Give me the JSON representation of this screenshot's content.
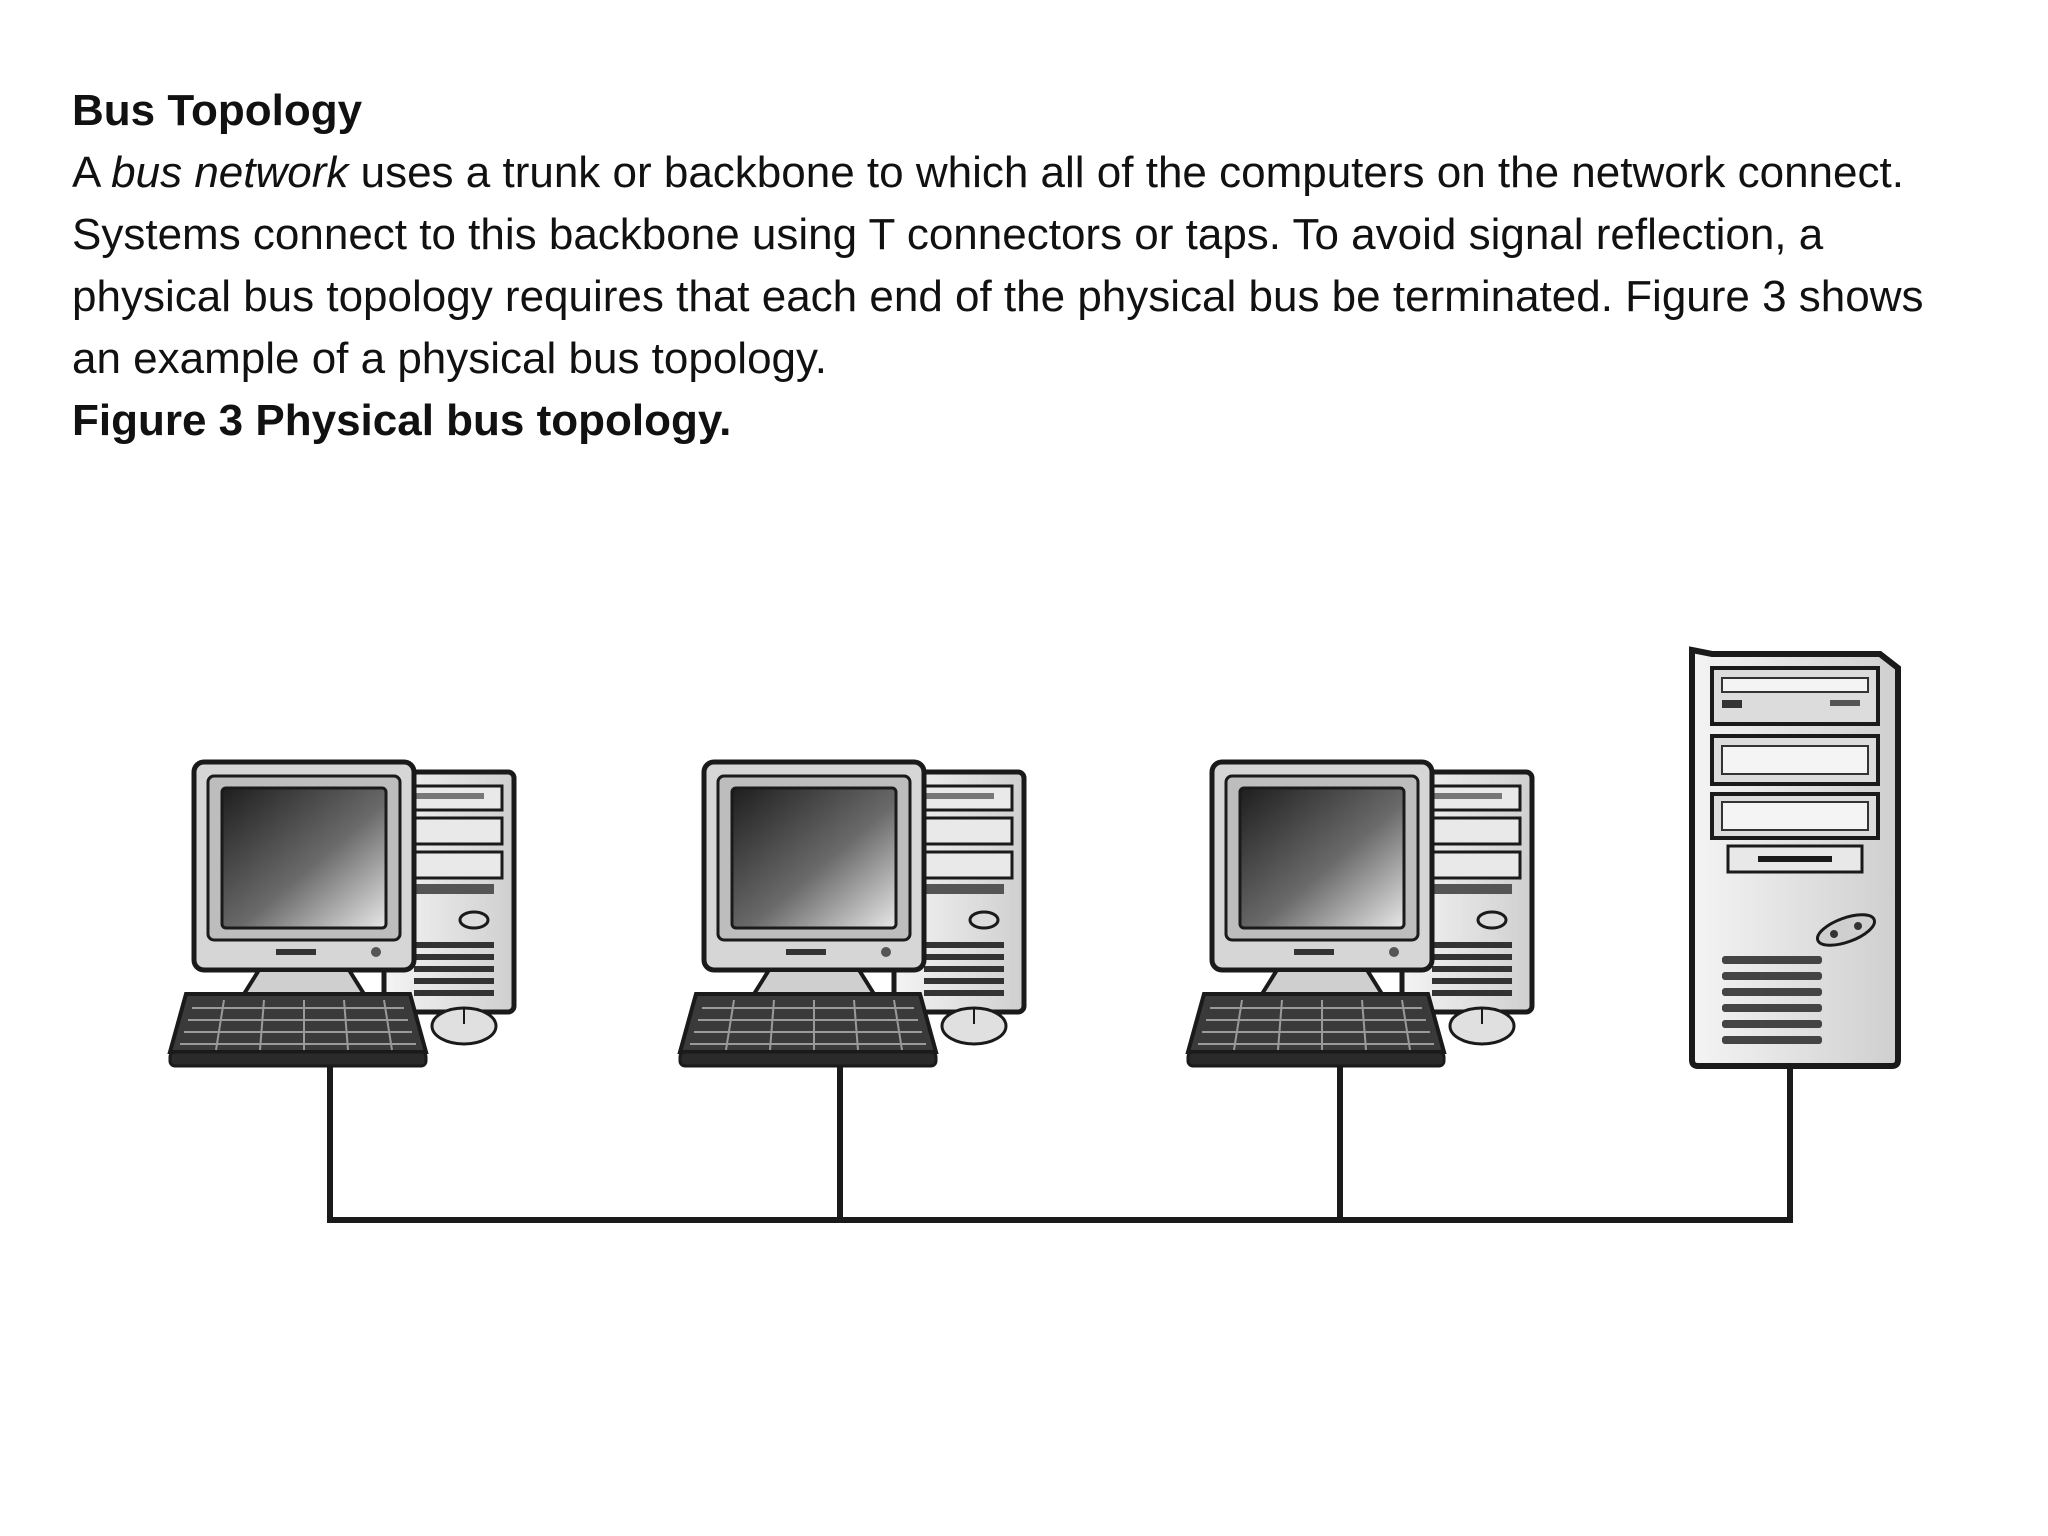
{
  "section": {
    "heading": "Bus Topology",
    "paragraph": {
      "prefix": "A ",
      "italic_term": "bus network",
      "rest": " uses a trunk or backbone to which all of the computers on the network connect. Systems connect to this backbone using T connectors or taps. To avoid signal reflection, a physical bus topology requires that each end of the physical bus be terminated. Figure 3 shows an example of a physical bus topology."
    },
    "figure_caption": "Figure 3 Physical bus topology."
  },
  "figure": {
    "nodes": [
      {
        "kind": "desktop-workstation"
      },
      {
        "kind": "desktop-workstation"
      },
      {
        "kind": "desktop-workstation"
      },
      {
        "kind": "tower-server"
      }
    ],
    "bus_color": "#1a1a1a"
  }
}
